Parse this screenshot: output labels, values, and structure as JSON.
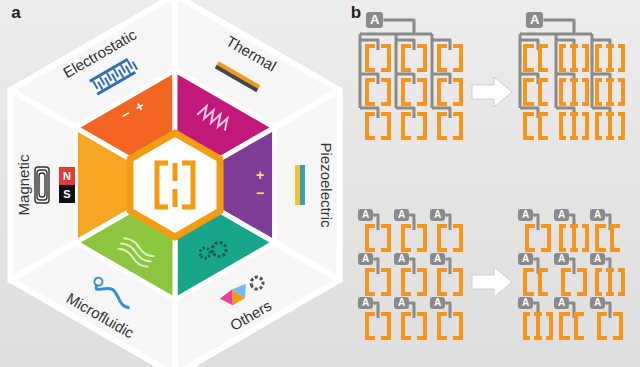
{
  "diagram": {
    "nodes": [
      {
        "text": [
          "A"
        ]
      },
      {
        "text": [
          "A"
        ]
      },
      {
        "text": [
          "A"
        ]
      },
      {
        "text": [
          "A"
        ]
      },
      {
        "text": [
          "A"
        ]
      },
      {
        "text": [
          "A"
        ]
      },
      {
        "text": [
          "A"
        ]
      },
      {
        "text": [
          "A"
        ]
      },
      {
        "text": [
          "A"
        ]
      },
      {
        "text": [
          "A"
        ]
      },
      {
        "text": [
          "A"
        ]
      },
      {
        "text": [
          "A"
        ]
      },
      {
        "text": [
          "A"
        ]
      },
      {
        "text": [
          "A"
        ]
      },
      {
        "text": [
          "A"
        ]
      },
      {
        "text": [
          "A"
        ]
      },
      {
        "text": [
          "A"
        ]
      },
      {
        "text": [
          "A"
        ]
      },
      {
        "text": [
          "A"
        ]
      },
      {
        "text": [
          "A"
        ]
      }
    ],
    "labels": [
      "a",
      "b",
      "Electrostatic",
      "Thermal",
      "Piezoelectric",
      "Others",
      "Microfluidic",
      "Magnetic",
      "N",
      "S",
      "−",
      "+",
      "+",
      "−"
    ]
  }
}
